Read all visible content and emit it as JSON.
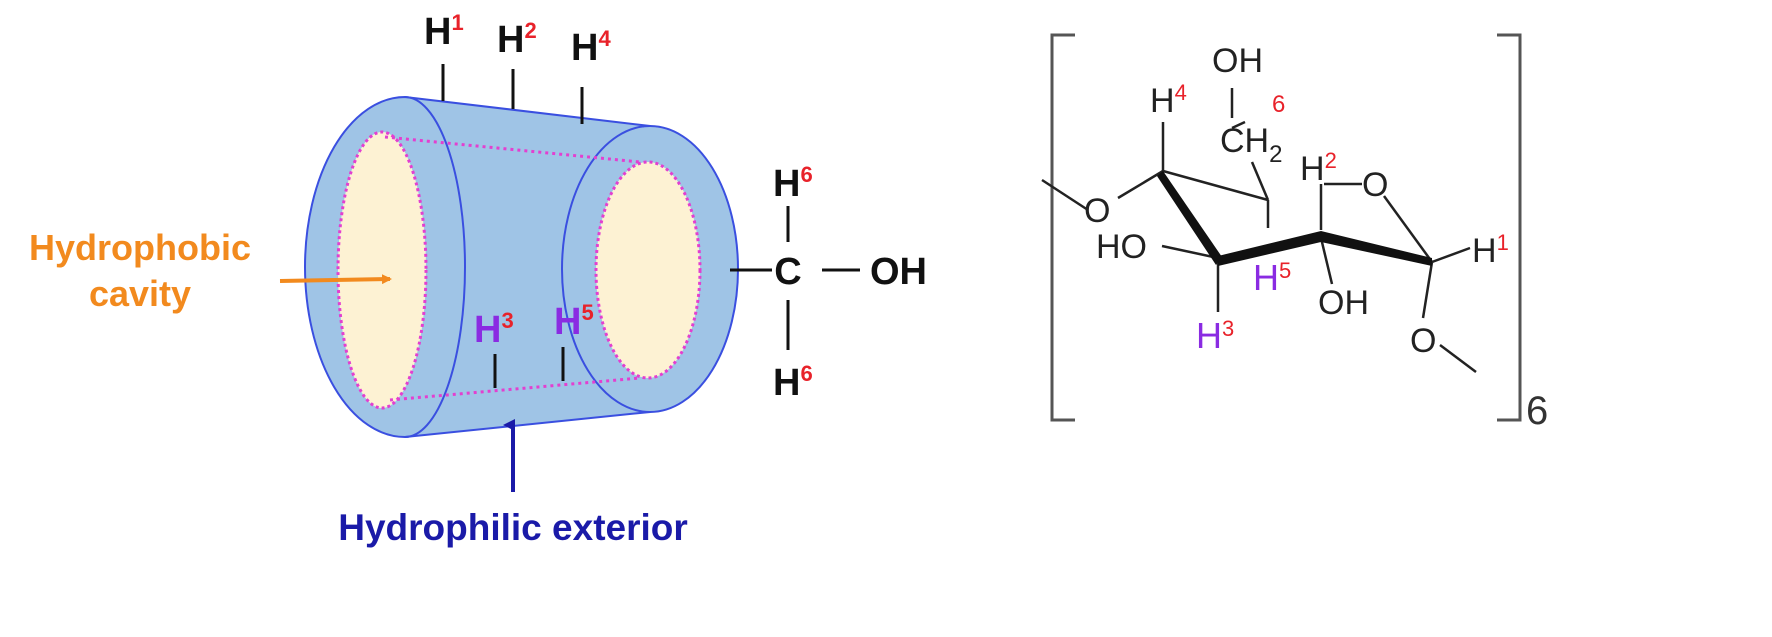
{
  "left": {
    "cavity_label": {
      "line1": "Hydrophobic",
      "line2": "cavity"
    },
    "exterior_label": "Hydrophilic exterior",
    "top_h": [
      {
        "base": "H",
        "sup": "1"
      },
      {
        "base": "H",
        "sup": "2"
      },
      {
        "base": "H",
        "sup": "4"
      }
    ],
    "inner_h": [
      {
        "base": "H",
        "sup": "3"
      },
      {
        "base": "H",
        "sup": "5"
      }
    ],
    "ch2oh": {
      "c": "C",
      "oh": "OH",
      "h_top": {
        "base": "H",
        "sup": "6"
      },
      "h_bottom": {
        "base": "H",
        "sup": "6"
      }
    }
  },
  "right": {
    "oh_top": "OH",
    "ch2": {
      "base": "CH",
      "sub": "2"
    },
    "h4": {
      "base": "H",
      "sup": "4"
    },
    "pos6": "6",
    "h2": {
      "base": "H",
      "sup": "2"
    },
    "ring_o": "O",
    "o_left": "O",
    "ho": "HO",
    "h1": {
      "base": "H",
      "sup": "1"
    },
    "h5": {
      "base": "H",
      "sup": "5"
    },
    "oh_bottom": "OH",
    "h3": {
      "base": "H",
      "sup": "3"
    },
    "o_bottom": "O",
    "repeat": "6"
  },
  "colors": {
    "cylinder_fill": "#9fc4e6",
    "cylinder_stroke": "#3a4fe0",
    "cavity_fill": "#fdf2d3",
    "cavity_border": "#e33fd0",
    "orange": "#f28a1e",
    "navy": "#1a1aa8",
    "purple": "#8a2be2",
    "red": "#e8222a"
  }
}
